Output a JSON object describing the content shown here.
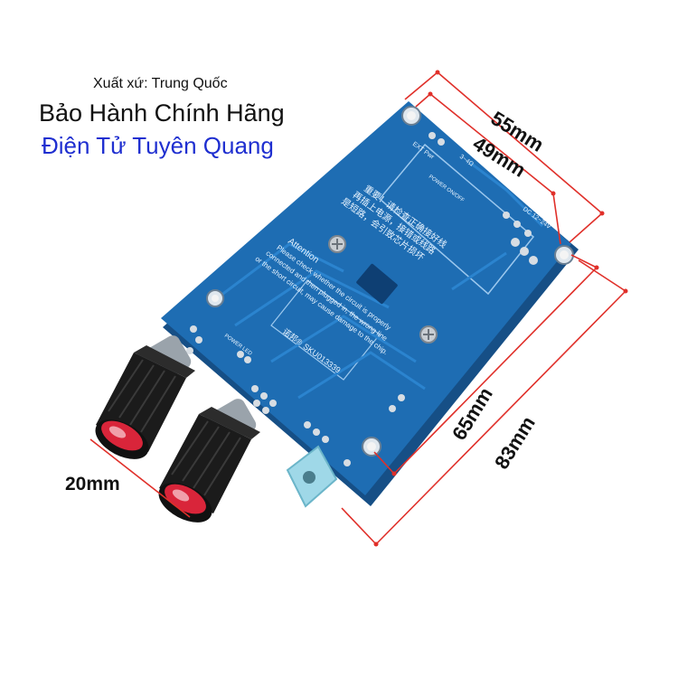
{
  "header": {
    "origin": "Xuất xứ: Trung Quốc",
    "warranty": "Bảo Hành Chính Hãng",
    "shop": "Điện Tử Tuyên Quang"
  },
  "dimensions": {
    "width_outer": "55mm",
    "width_inner": "49mm",
    "length_inner": "65mm",
    "length_outer": "83mm",
    "knob_height": "20mm"
  },
  "board": {
    "attention_title": "Attention",
    "attention_lines": [
      "Please check whether the circuit is properly",
      "connected and then plugged in, the wrong line",
      "or the short circuit, may cause damage to the chip."
    ],
    "cn_lines": [
      "重要！请检查正确接好线",
      "再插上电源，接错或线路",
      "是短路，会引致芯片损坏"
    ],
    "sku": "SKU013339",
    "brand_mark": "诺邦®",
    "power_label": "POWER ON/OFF",
    "power_led": "POWER LED",
    "speaker_label": "3~4Ω",
    "ext_label": "EXT Pwr",
    "dc_label": "DC 12~24V"
  },
  "colors": {
    "board": "#1e6db3",
    "board_edge": "#16558f",
    "measure_line": "#e0302a",
    "shop_text": "#1f2fd0"
  }
}
